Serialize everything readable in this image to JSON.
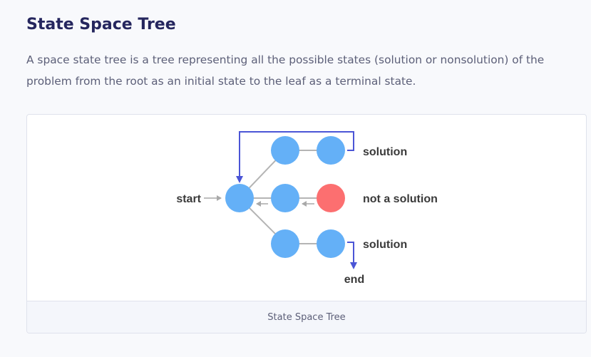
{
  "heading": "State Space Tree",
  "description": "A space state tree is a tree representing all the possible states (solution or nonsolution) of the problem from the root as an initial state to the leaf as a terminal state.",
  "figure": {
    "caption": "State Space Tree",
    "labels": {
      "start": "start",
      "top_solution": "solution",
      "middle_not_solution": "not a solution",
      "bottom_solution": "solution",
      "end": "end"
    },
    "colors": {
      "state_node": "#64b0f7",
      "dead_end_node": "#fc6f70",
      "path_arrow": "#4b55d6",
      "edge": "#b4b4b4"
    }
  }
}
